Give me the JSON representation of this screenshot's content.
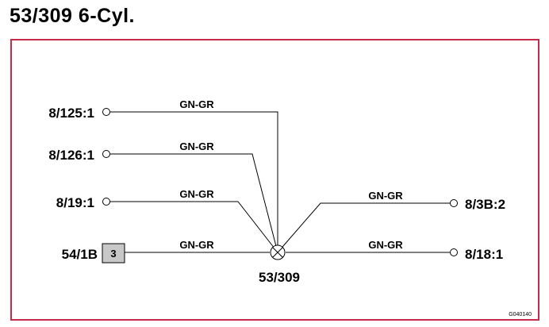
{
  "title": "53/309 6-Cyl.",
  "colors": {
    "frame": "#c62b4a",
    "line": "#000000",
    "connector_fill": "#c8c8c8"
  },
  "splice": {
    "label": "53/309",
    "icon": "splice-crossed-circle-icon"
  },
  "wires": [
    {
      "terminal": "8/125:1",
      "color_label": "GN-GR",
      "side": "left"
    },
    {
      "terminal": "8/126:1",
      "color_label": "GN-GR",
      "side": "left"
    },
    {
      "terminal": "8/19:1",
      "color_label": "GN-GR",
      "side": "left"
    },
    {
      "terminal": "54/1B",
      "color_label": "GN-GR",
      "side": "left",
      "connector_pin": "3"
    },
    {
      "terminal": "8/3B:2",
      "color_label": "GN-GR",
      "side": "right"
    },
    {
      "terminal": "8/18:1",
      "color_label": "GN-GR",
      "side": "right"
    }
  ],
  "drawing_code": "G040140"
}
